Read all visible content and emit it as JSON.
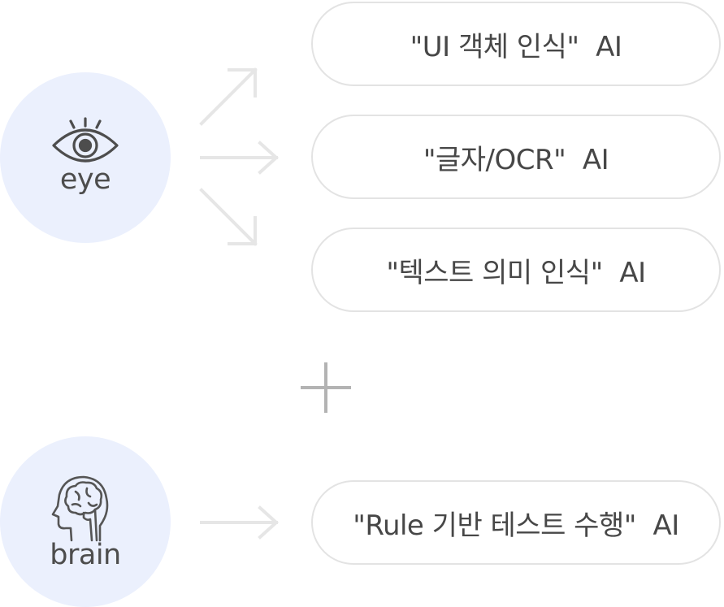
{
  "sources": {
    "eye": {
      "label": "eye",
      "icon": "eye-icon"
    },
    "brain": {
      "label": "brain",
      "icon": "brain-head-icon"
    }
  },
  "ai_types": [
    {
      "label": "\"UI 객체 인식\"  AI"
    },
    {
      "label": "\"글자/OCR\"  AI"
    },
    {
      "label": "\"텍스트 의미 인식\"  AI"
    },
    {
      "label": "\"Rule 기반 테스트 수행\"  AI"
    }
  ],
  "colors": {
    "circle_fill": "#ebf0fd",
    "pill_border": "#e3e3e3",
    "arrow": "#e6e6e6",
    "plus": "#b3b3b3",
    "text": "#474747"
  }
}
